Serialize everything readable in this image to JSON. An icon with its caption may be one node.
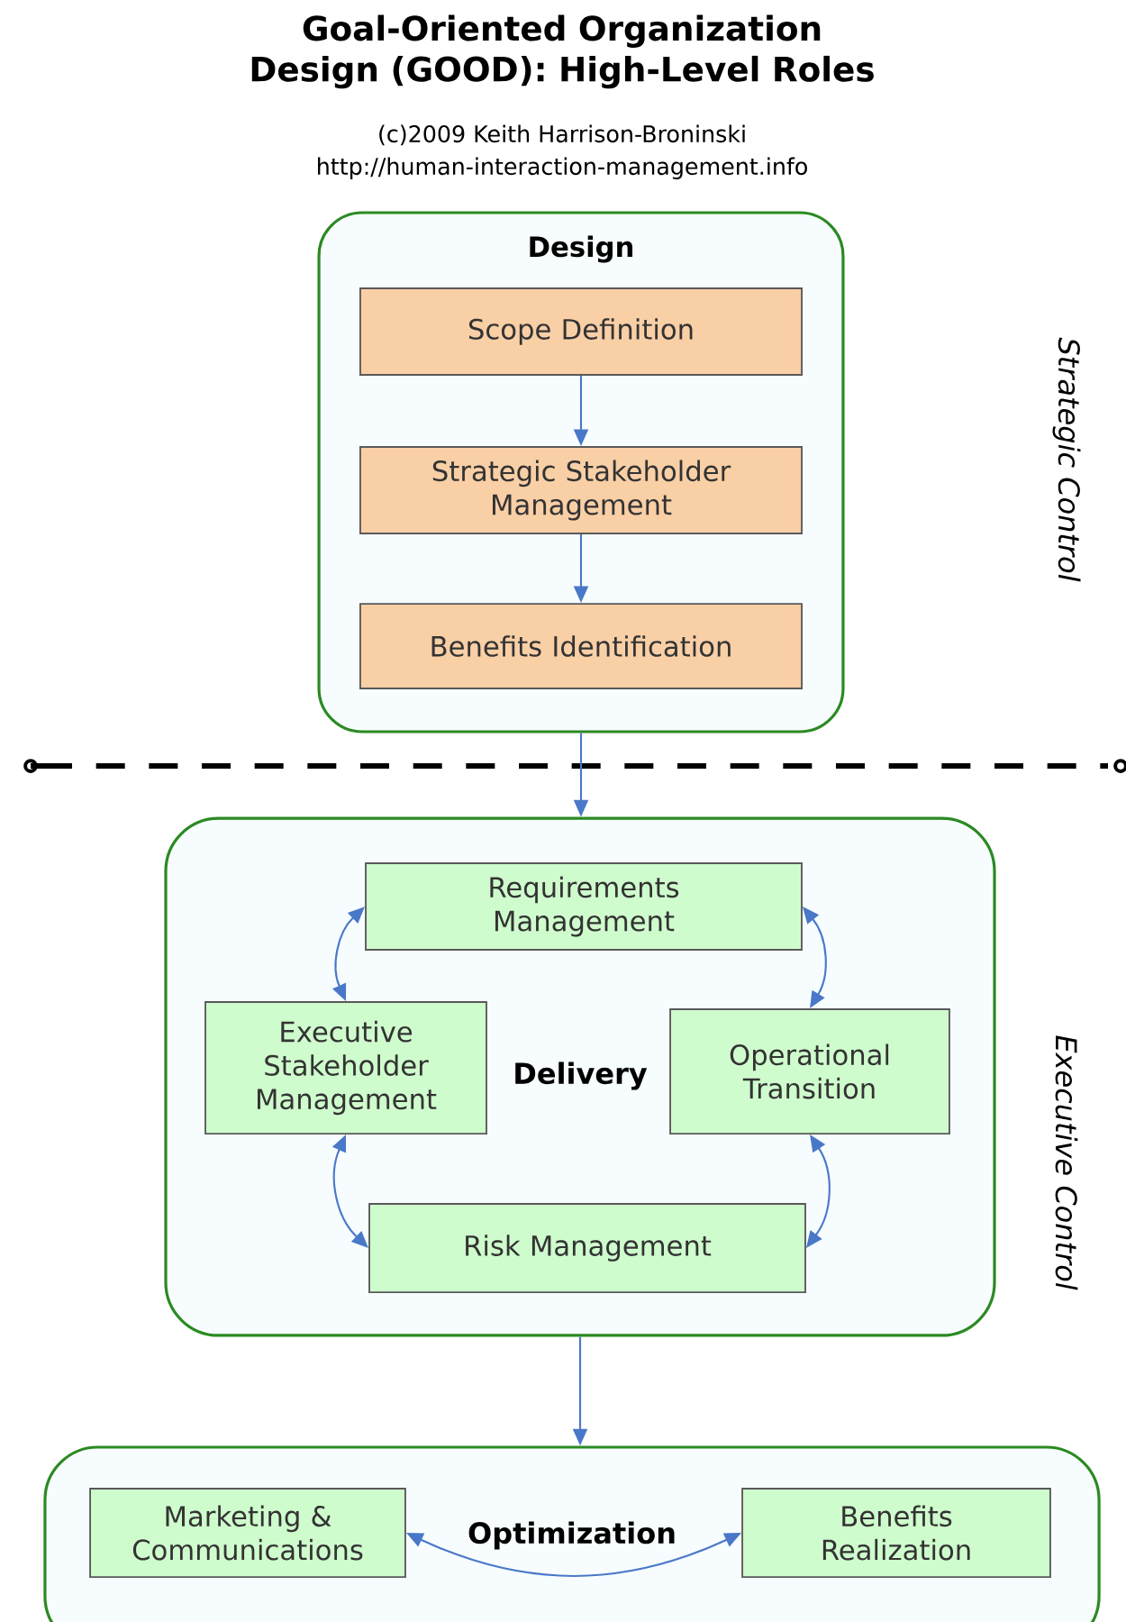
{
  "diagram": {
    "title": "Goal-Oriented Organization Design (GOOD): High-Level Roles",
    "nodes": [
      {
        "text": [
          "Design"
        ]
      },
      {
        "text": [
          "Scope Definition"
        ],
        "in": 0
      },
      {
        "text": [
          "Strategic Stakeholder Management"
        ],
        "in": 0
      },
      {
        "text": [
          "Benefits Identification"
        ],
        "in": 0
      },
      {
        "text": [
          "Delivery"
        ]
      },
      {
        "text": [
          "Requirements Management"
        ],
        "in": 4
      },
      {
        "text": [
          "Executive Stakeholder Management"
        ],
        "in": 4
      },
      {
        "text": [
          "Operational Transition"
        ],
        "in": 4
      },
      {
        "text": [
          "Risk Management"
        ],
        "in": 4
      },
      {
        "text": [
          "Optimization"
        ]
      },
      {
        "text": [
          "Marketing & Communications"
        ],
        "in": 9
      },
      {
        "text": [
          "Benefits Realization"
        ],
        "in": 9
      }
    ],
    "edges": [
      {
        "from": 1,
        "to": 2,
        "arrow": "to"
      },
      {
        "from": 2,
        "to": 3,
        "arrow": "to"
      },
      {
        "from": 0,
        "to": 4,
        "arrow": "to"
      },
      {
        "from": 5,
        "to": 6,
        "arrow": "both"
      },
      {
        "from": 5,
        "to": 7,
        "arrow": "both"
      },
      {
        "from": 6,
        "to": 8,
        "arrow": "both"
      },
      {
        "from": 7,
        "to": 8,
        "arrow": "both"
      },
      {
        "from": 4,
        "to": 9,
        "arrow": "to"
      },
      {
        "from": 10,
        "to": 11,
        "arrow": "both"
      }
    ],
    "labels": [
      "(c)2009 Keith Harrison-Broninski",
      "http://human-interaction-management.info",
      "Strategic Control",
      "Executive Control"
    ]
  }
}
